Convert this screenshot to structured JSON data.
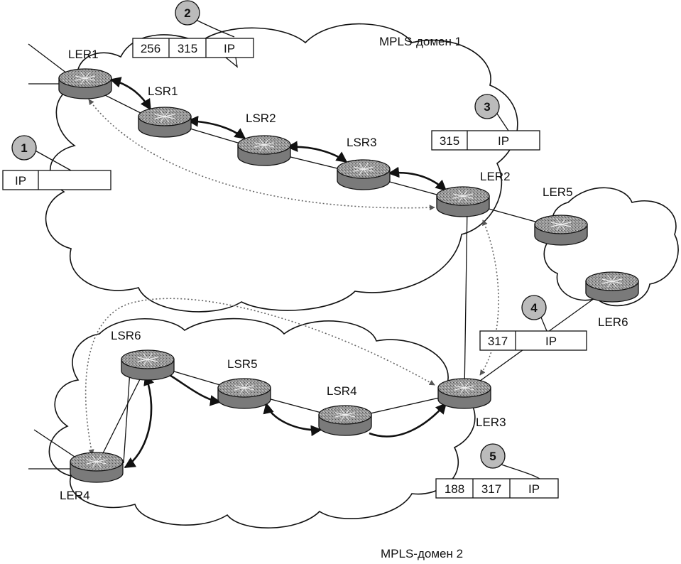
{
  "domains": [
    {
      "id": "d1",
      "label": "MPLS-домен 1"
    },
    {
      "id": "d2",
      "label": "MPLS-домен 2"
    }
  ],
  "routers": [
    {
      "id": "LER1",
      "label": "LER1"
    },
    {
      "id": "LSR1",
      "label": "LSR1"
    },
    {
      "id": "LSR2",
      "label": "LSR2"
    },
    {
      "id": "LSR3",
      "label": "LSR3"
    },
    {
      "id": "LER2",
      "label": "LER2"
    },
    {
      "id": "LER5",
      "label": "LER5"
    },
    {
      "id": "LER6",
      "label": "LER6"
    },
    {
      "id": "LSR6",
      "label": "LSR6"
    },
    {
      "id": "LSR5",
      "label": "LSR5"
    },
    {
      "id": "LSR4",
      "label": "LSR4"
    },
    {
      "id": "LER3",
      "label": "LER3"
    },
    {
      "id": "LER4",
      "label": "LER4"
    }
  ],
  "packets": [
    {
      "step": "1",
      "cells": [
        "IP",
        ""
      ]
    },
    {
      "step": "2",
      "cells": [
        "256",
        "315",
        "IP"
      ]
    },
    {
      "step": "3",
      "cells": [
        "315",
        "IP"
      ]
    },
    {
      "step": "4",
      "cells": [
        "317",
        "IP"
      ]
    },
    {
      "step": "5",
      "cells": [
        "188",
        "317",
        "IP"
      ]
    }
  ],
  "colors": {
    "line": "#111111",
    "router_fill": "#8c8c8c",
    "badge_fill": "#bbbbbb",
    "dotted": "#666666"
  }
}
